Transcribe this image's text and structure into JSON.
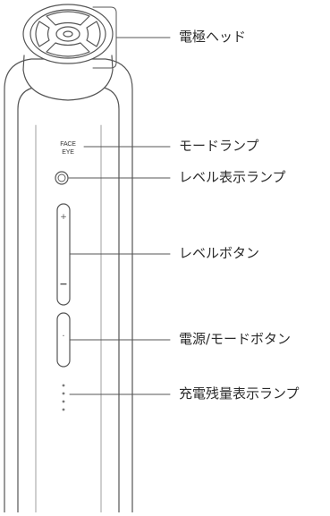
{
  "mode_text": {
    "top": "FACE",
    "bottom": "EYE"
  },
  "buttons": {
    "plus": "+",
    "minus": "−",
    "power": "·"
  },
  "callouts": [
    {
      "id": "electrode-head",
      "label": "電極ヘッド"
    },
    {
      "id": "mode-lamp",
      "label": "モードランプ"
    },
    {
      "id": "level-display-lamp",
      "label": "レベル表示ランプ"
    },
    {
      "id": "level-button",
      "label": "レベルボタン"
    },
    {
      "id": "power-mode-button",
      "label": "電源/モードボタン"
    },
    {
      "id": "battery-lamp",
      "label": "充電残量表示ランプ"
    }
  ]
}
